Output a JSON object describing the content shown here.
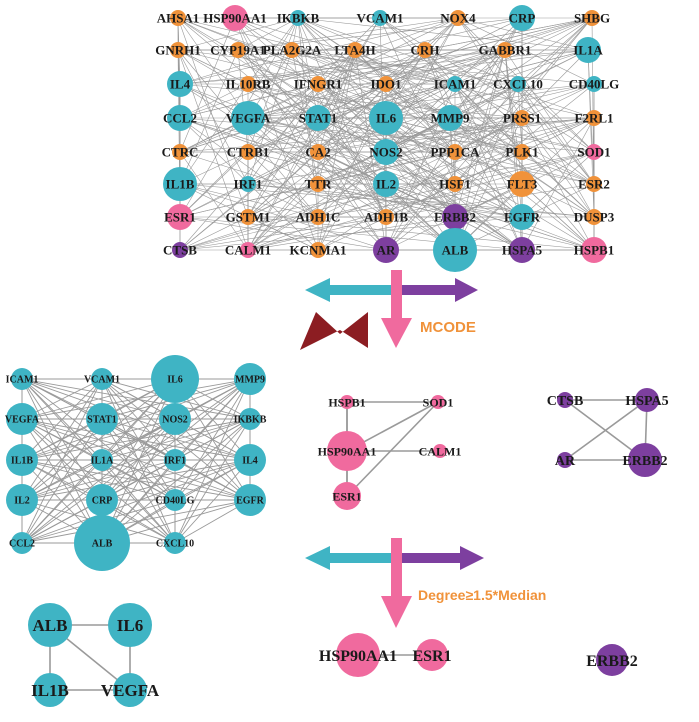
{
  "colors": {
    "teal": "#3fb4c4",
    "orange": "#f0923a",
    "pink": "#f06a9e",
    "purple": "#7d3f9f",
    "edge": "#9a9a9a",
    "dark_red": "#8c1d22"
  },
  "steps": {
    "mcode_label": "MCODE",
    "degree_label": "Degree≥1.5*Median"
  },
  "networks": [
    {
      "id": "full-network",
      "font": 13,
      "nodes": [
        {
          "id": "AHSA1",
          "label": "AHSA1",
          "color": "orange",
          "size": "s"
        },
        {
          "id": "HSP90AA1",
          "label": "HSP90AA1",
          "color": "pink",
          "size": "m"
        },
        {
          "id": "IKBKB",
          "label": "IKBKB",
          "color": "teal",
          "size": "s"
        },
        {
          "id": "VCAM1",
          "label": "VCAM1",
          "color": "teal",
          "size": "s"
        },
        {
          "id": "NOX4",
          "label": "NOX4",
          "color": "orange",
          "size": "s"
        },
        {
          "id": "CRP",
          "label": "CRP",
          "color": "teal",
          "size": "m"
        },
        {
          "id": "SHBG",
          "label": "SHBG",
          "color": "orange",
          "size": "s"
        },
        {
          "id": "GNRH1",
          "label": "GNRH1",
          "color": "orange",
          "size": "s"
        },
        {
          "id": "CYP19A1",
          "label": "CYP19A1",
          "color": "orange",
          "size": "s"
        },
        {
          "id": "PLA2G2A",
          "label": "PLA2G2A",
          "color": "orange",
          "size": "s"
        },
        {
          "id": "LTA4H",
          "label": "LTA4H",
          "color": "orange",
          "size": "s"
        },
        {
          "id": "CRH",
          "label": "CRH",
          "color": "orange",
          "size": "s"
        },
        {
          "id": "GABBR1",
          "label": "GABBR1",
          "color": "orange",
          "size": "s"
        },
        {
          "id": "IL1A",
          "label": "IL1A",
          "color": "teal",
          "size": "m"
        },
        {
          "id": "IL4",
          "label": "IL4",
          "color": "teal",
          "size": "m"
        },
        {
          "id": "IL10RB",
          "label": "IL10RB",
          "color": "orange",
          "size": "s"
        },
        {
          "id": "IFNGR1",
          "label": "IFNGR1",
          "color": "orange",
          "size": "s"
        },
        {
          "id": "IDO1",
          "label": "IDO1",
          "color": "orange",
          "size": "s"
        },
        {
          "id": "ICAM1",
          "label": "ICAM1",
          "color": "teal",
          "size": "s"
        },
        {
          "id": "CXCL10",
          "label": "CXCL10",
          "color": "teal",
          "size": "s"
        },
        {
          "id": "CD40LG",
          "label": "CD40LG",
          "color": "teal",
          "size": "s"
        },
        {
          "id": "CCL2",
          "label": "CCL2",
          "color": "teal",
          "size": "m"
        },
        {
          "id": "VEGFA",
          "label": "VEGFA",
          "color": "teal",
          "size": "l"
        },
        {
          "id": "STAT1",
          "label": "STAT1",
          "color": "teal",
          "size": "m"
        },
        {
          "id": "IL6",
          "label": "IL6",
          "color": "teal",
          "size": "l"
        },
        {
          "id": "MMP9",
          "label": "MMP9",
          "color": "teal",
          "size": "m"
        },
        {
          "id": "PRSS1",
          "label": "PRSS1",
          "color": "orange",
          "size": "s"
        },
        {
          "id": "F2RL1",
          "label": "F2RL1",
          "color": "orange",
          "size": "s"
        },
        {
          "id": "CTRC",
          "label": "CTRC",
          "color": "orange",
          "size": "s"
        },
        {
          "id": "CTRB1",
          "label": "CTRB1",
          "color": "orange",
          "size": "s"
        },
        {
          "id": "CA2",
          "label": "CA2",
          "color": "orange",
          "size": "s"
        },
        {
          "id": "NOS2",
          "label": "NOS2",
          "color": "teal",
          "size": "m"
        },
        {
          "id": "PPP1CA",
          "label": "PPP1CA",
          "color": "orange",
          "size": "s"
        },
        {
          "id": "PLK1",
          "label": "PLK1",
          "color": "orange",
          "size": "s"
        },
        {
          "id": "SOD1",
          "label": "SOD1",
          "color": "pink",
          "size": "s"
        },
        {
          "id": "IL1B",
          "label": "IL1B",
          "color": "teal",
          "size": "l"
        },
        {
          "id": "IRF1",
          "label": "IRF1",
          "color": "teal",
          "size": "s"
        },
        {
          "id": "TTR",
          "label": "TTR",
          "color": "orange",
          "size": "s"
        },
        {
          "id": "IL2",
          "label": "IL2",
          "color": "teal",
          "size": "m"
        },
        {
          "id": "HSF1",
          "label": "HSF1",
          "color": "orange",
          "size": "s"
        },
        {
          "id": "FLT3",
          "label": "FLT3",
          "color": "orange",
          "size": "m"
        },
        {
          "id": "ESR2",
          "label": "ESR2",
          "color": "orange",
          "size": "s"
        },
        {
          "id": "ESR1",
          "label": "ESR1",
          "color": "pink",
          "size": "m"
        },
        {
          "id": "GSTM1",
          "label": "GSTM1",
          "color": "orange",
          "size": "s"
        },
        {
          "id": "ADH1C",
          "label": "ADH1C",
          "color": "orange",
          "size": "s"
        },
        {
          "id": "ADH1B",
          "label": "ADH1B",
          "color": "orange",
          "size": "s"
        },
        {
          "id": "ERBB2",
          "label": "ERBB2",
          "color": "purple",
          "size": "m"
        },
        {
          "id": "EGFR",
          "label": "EGFR",
          "color": "teal",
          "size": "m"
        },
        {
          "id": "DUSP3",
          "label": "DUSP3",
          "color": "orange",
          "size": "s"
        },
        {
          "id": "CTSB",
          "label": "CTSB",
          "color": "purple",
          "size": "s"
        },
        {
          "id": "CALM1",
          "label": "CALM1",
          "color": "pink",
          "size": "s"
        },
        {
          "id": "KCNMA1",
          "label": "KCNMA1",
          "color": "orange",
          "size": "s"
        },
        {
          "id": "AR",
          "label": "AR",
          "color": "purple",
          "size": "m"
        },
        {
          "id": "ALB",
          "label": "ALB",
          "color": "teal",
          "size": "xl"
        },
        {
          "id": "HSPA5",
          "label": "HSPA5",
          "color": "purple",
          "size": "m"
        },
        {
          "id": "HSPB1",
          "label": "HSPB1",
          "color": "pink",
          "size": "m"
        }
      ]
    },
    {
      "id": "cluster-1",
      "font": 10,
      "nodes": [
        {
          "id": "ICAM1",
          "label": "ICAM1",
          "color": "teal",
          "size": "s"
        },
        {
          "id": "VCAM1",
          "label": "VCAM1",
          "color": "teal",
          "size": "s"
        },
        {
          "id": "IL6",
          "label": "IL6",
          "color": "teal",
          "size": "l"
        },
        {
          "id": "MMP9",
          "label": "MMP9",
          "color": "teal",
          "size": "m"
        },
        {
          "id": "VEGFA",
          "label": "VEGFA",
          "color": "teal",
          "size": "m"
        },
        {
          "id": "STAT1",
          "label": "STAT1",
          "color": "teal",
          "size": "m"
        },
        {
          "id": "NOS2",
          "label": "NOS2",
          "color": "teal",
          "size": "m"
        },
        {
          "id": "IKBKB",
          "label": "IKBKB",
          "color": "teal",
          "size": "s"
        },
        {
          "id": "IL1B",
          "label": "IL1B",
          "color": "teal",
          "size": "m"
        },
        {
          "id": "IL1A",
          "label": "IL1A",
          "color": "teal",
          "size": "s"
        },
        {
          "id": "IRF1",
          "label": "IRF1",
          "color": "teal",
          "size": "s"
        },
        {
          "id": "IL4",
          "label": "IL4",
          "color": "teal",
          "size": "m"
        },
        {
          "id": "IL2",
          "label": "IL2",
          "color": "teal",
          "size": "m"
        },
        {
          "id": "CRP",
          "label": "CRP",
          "color": "teal",
          "size": "m"
        },
        {
          "id": "CD40LG",
          "label": "CD40LG",
          "color": "teal",
          "size": "s"
        },
        {
          "id": "EGFR",
          "label": "EGFR",
          "color": "teal",
          "size": "m"
        },
        {
          "id": "CCL2",
          "label": "CCL2",
          "color": "teal",
          "size": "s"
        },
        {
          "id": "ALB",
          "label": "ALB",
          "color": "teal",
          "size": "xl"
        },
        {
          "id": "CXCL10",
          "label": "CXCL10",
          "color": "teal",
          "size": "s"
        }
      ],
      "complete": true
    },
    {
      "id": "cluster-2",
      "font": 12,
      "nodes": [
        {
          "id": "HSPB1",
          "label": "HSPB1",
          "color": "pink",
          "size": "s"
        },
        {
          "id": "SOD1",
          "label": "SOD1",
          "color": "pink",
          "size": "s"
        },
        {
          "id": "HSP90AA1",
          "label": "HSP90AA1",
          "color": "pink",
          "size": "l"
        },
        {
          "id": "CALM1",
          "label": "CALM1",
          "color": "pink",
          "size": "s"
        },
        {
          "id": "ESR1",
          "label": "ESR1",
          "color": "pink",
          "size": "m"
        }
      ],
      "edges": [
        [
          "HSPB1",
          "SOD1"
        ],
        [
          "HSPB1",
          "HSP90AA1"
        ],
        [
          "HSPB1",
          "ESR1"
        ],
        [
          "SOD1",
          "HSP90AA1"
        ],
        [
          "SOD1",
          "ESR1"
        ],
        [
          "HSP90AA1",
          "CALM1"
        ],
        [
          "HSP90AA1",
          "ESR1"
        ]
      ]
    },
    {
      "id": "cluster-3",
      "font": 14,
      "nodes": [
        {
          "id": "CTSB",
          "label": "CTSB",
          "color": "purple",
          "size": "s"
        },
        {
          "id": "HSPA5",
          "label": "HSPA5",
          "color": "purple",
          "size": "m"
        },
        {
          "id": "AR",
          "label": "AR",
          "color": "purple",
          "size": "s"
        },
        {
          "id": "ERBB2",
          "label": "ERBB2",
          "color": "purple",
          "size": "l"
        }
      ],
      "edges": [
        [
          "CTSB",
          "HSPA5"
        ],
        [
          "CTSB",
          "ERBB2"
        ],
        [
          "AR",
          "HSPA5"
        ],
        [
          "AR",
          "ERBB2"
        ],
        [
          "HSPA5",
          "ERBB2"
        ]
      ]
    },
    {
      "id": "hub-1",
      "font": 17,
      "nodes": [
        {
          "id": "ALB",
          "label": "ALB",
          "color": "teal",
          "size": "l"
        },
        {
          "id": "IL6",
          "label": "IL6",
          "color": "teal",
          "size": "l"
        },
        {
          "id": "IL1B",
          "label": "IL1B",
          "color": "teal",
          "size": "m"
        },
        {
          "id": "VEGFA",
          "label": "VEGFA",
          "color": "teal",
          "size": "m"
        }
      ],
      "edges": [
        [
          "ALB",
          "IL6"
        ],
        [
          "ALB",
          "IL1B"
        ],
        [
          "ALB",
          "VEGFA"
        ],
        [
          "IL6",
          "VEGFA"
        ],
        [
          "IL1B",
          "VEGFA"
        ]
      ]
    },
    {
      "id": "hub-2",
      "font": 16,
      "nodes": [
        {
          "id": "HSP90AA1",
          "label": "HSP90AA1",
          "color": "pink",
          "size": "l"
        },
        {
          "id": "ESR1",
          "label": "ESR1",
          "color": "pink",
          "size": "m"
        }
      ],
      "edges": [
        [
          "HSP90AA1",
          "ESR1"
        ]
      ]
    },
    {
      "id": "hub-3",
      "font": 16,
      "nodes": [
        {
          "id": "ERBB2",
          "label": "ERBB2",
          "color": "purple",
          "size": "m"
        }
      ],
      "edges": []
    }
  ]
}
